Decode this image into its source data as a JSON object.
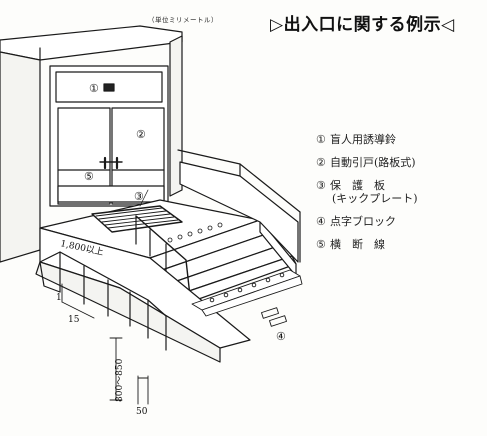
{
  "unit_note": "（単位ミリメートル）",
  "title": "▷出入口に関する例示◁",
  "legend": [
    {
      "num": "①",
      "text": "盲人用誘導鈴",
      "sub": ""
    },
    {
      "num": "②",
      "text": "自動引戸(路板式)",
      "sub": ""
    },
    {
      "num": "③",
      "text": "保　護　板",
      "sub": "(キックプレート)"
    },
    {
      "num": "④",
      "text": "点字ブロック",
      "sub": ""
    },
    {
      "num": "⑤",
      "text": "横　断　線",
      "sub": ""
    }
  ],
  "diagram": {
    "callout_1": "①",
    "callout_2": "②",
    "callout_3": "③",
    "callout_4": "④",
    "callout_5": "⑤",
    "width_dim": "1,800以上",
    "slope_rise": "1",
    "slope_run": "15",
    "rail_height": "800〜850",
    "rail_ext": "50"
  }
}
